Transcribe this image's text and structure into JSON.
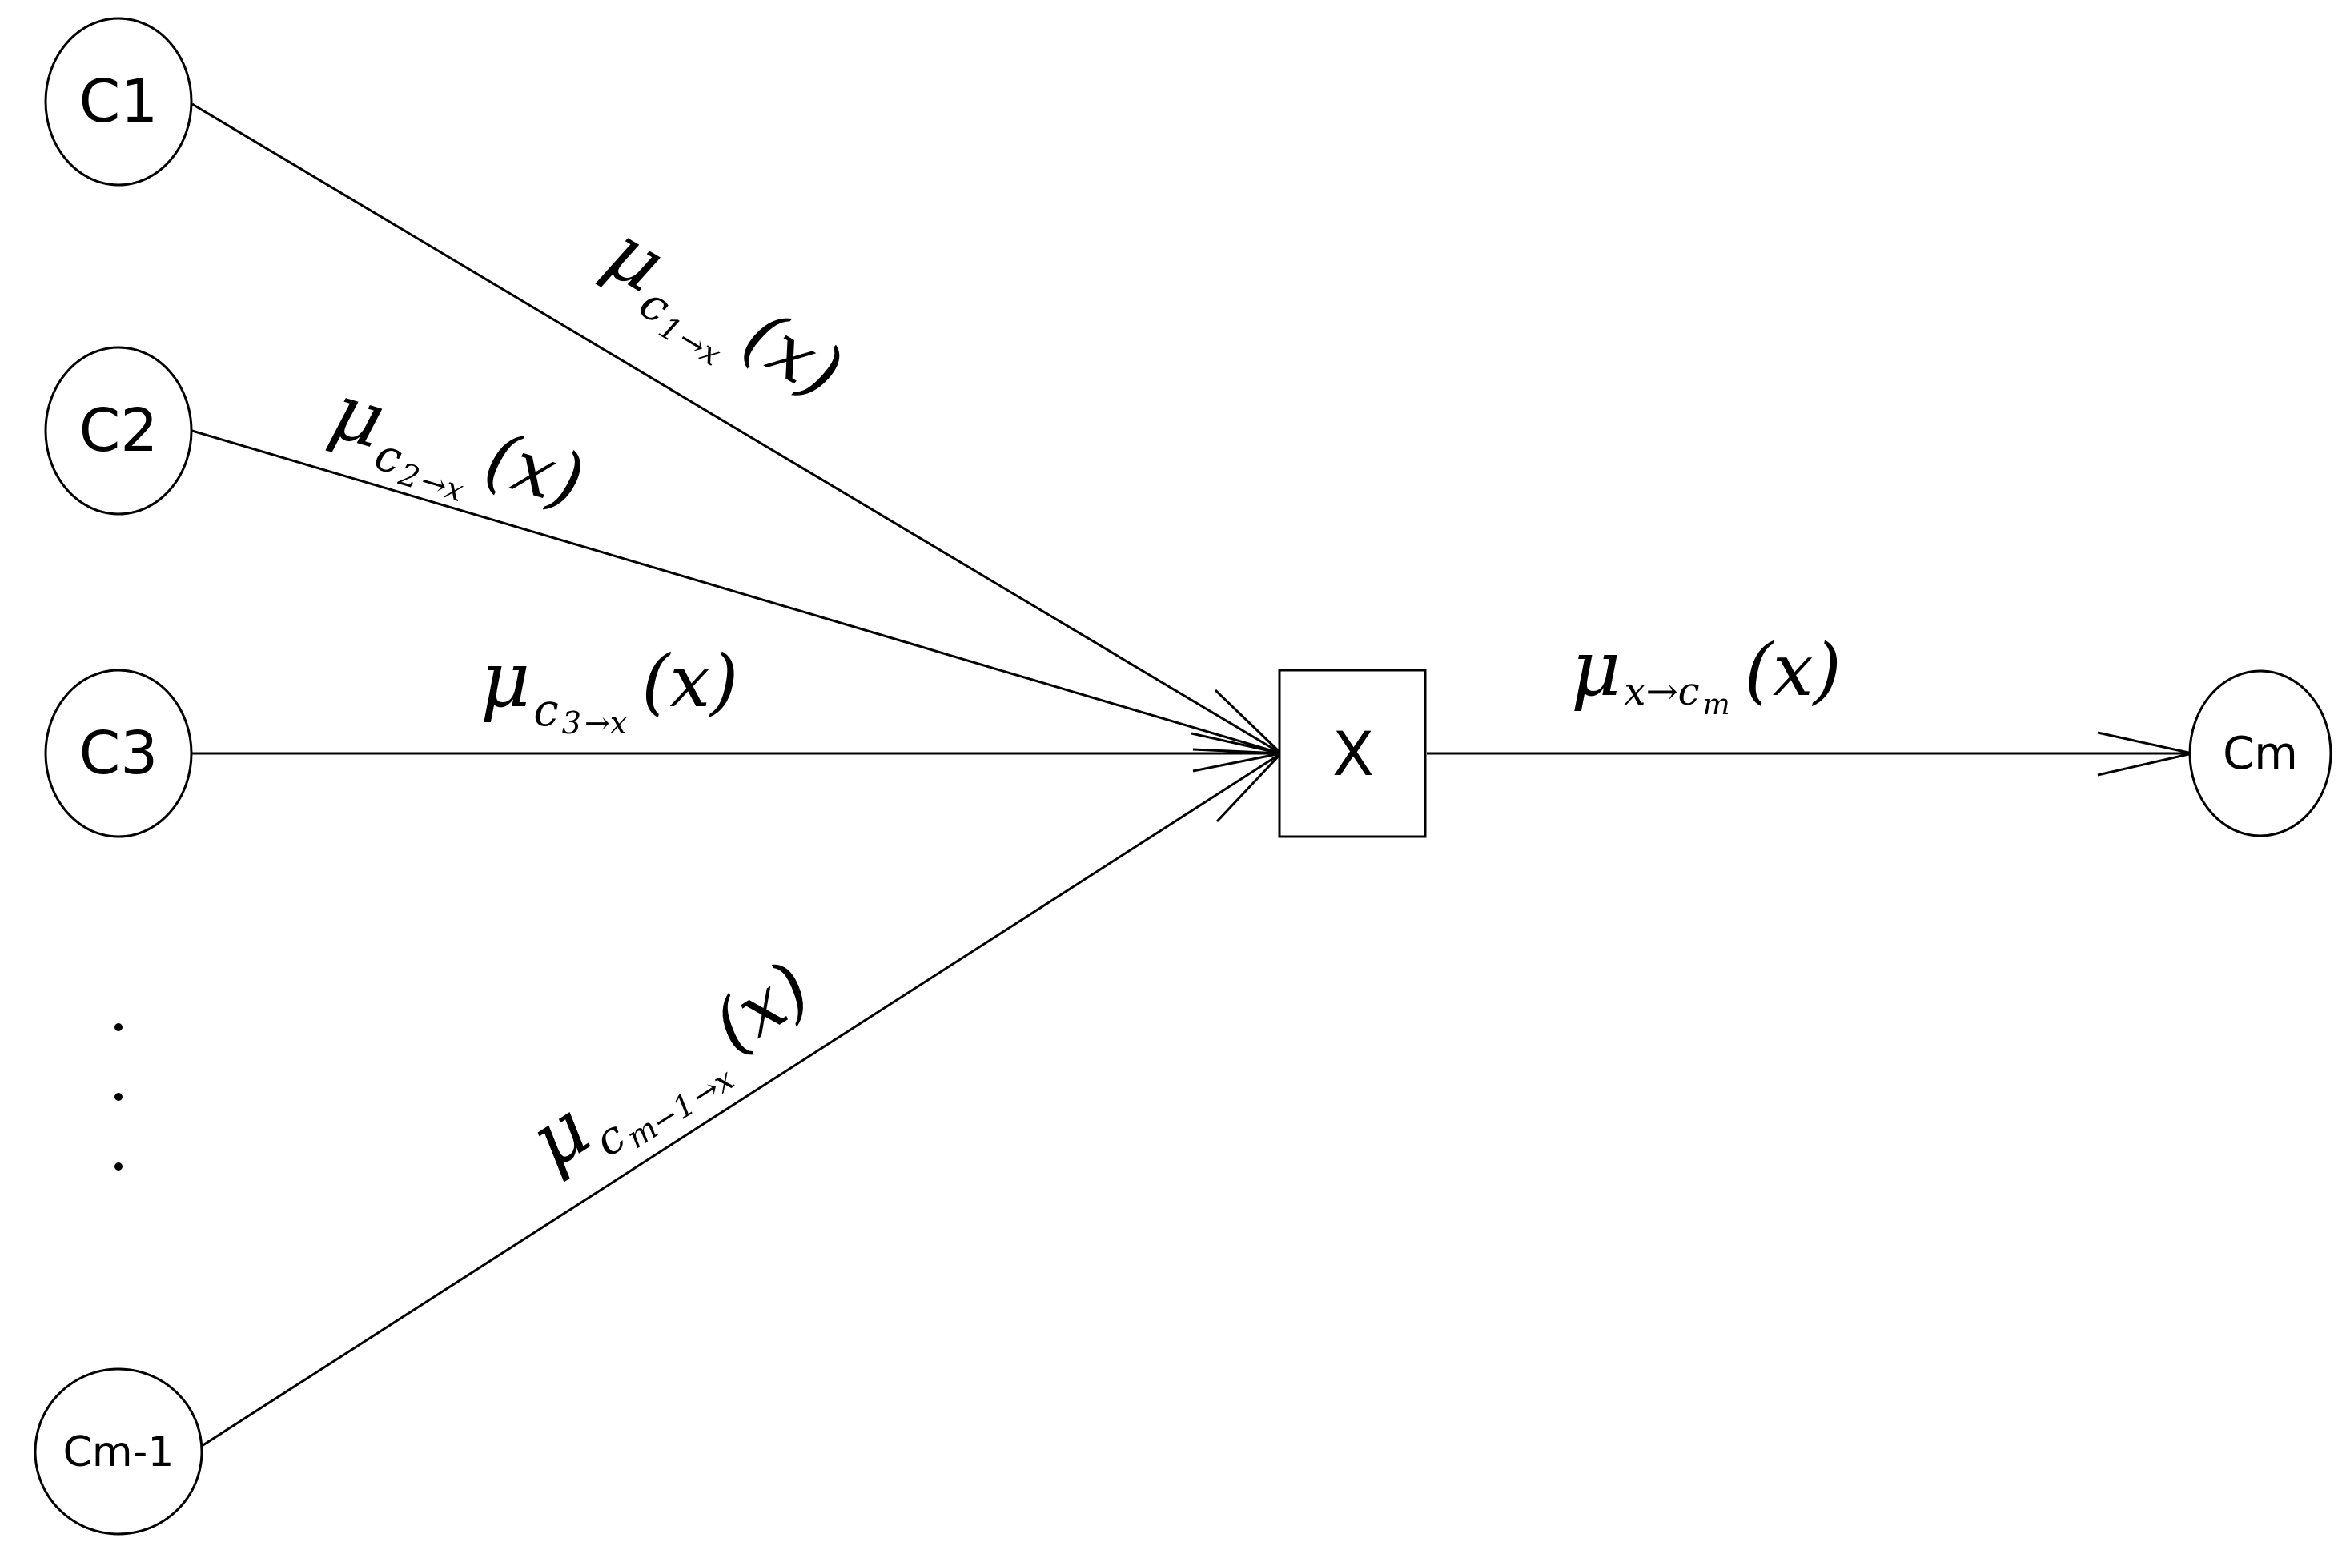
{
  "nodes": {
    "c1": "C1",
    "c2": "C2",
    "c3": "C3",
    "cm1": "Cm-1",
    "cm": "Cm",
    "x": "X"
  },
  "messages": {
    "c1": {
      "mu": "μ",
      "sub": "c",
      "sub_index": "1",
      "arrow": "→x",
      "arg": "(x)"
    },
    "c2": {
      "mu": "μ",
      "sub": "c",
      "sub_index": "2",
      "arrow": "→x",
      "arg": "(x)"
    },
    "c3": {
      "mu": "μ",
      "sub": "c",
      "sub_index": "3",
      "arrow": "→x",
      "arg": "(x)"
    },
    "cm1": {
      "mu": "μ",
      "sub": "c",
      "sub_index": "m−1",
      "arrow": "→x",
      "arg": "(x)"
    },
    "out": {
      "mu": "μ",
      "sub": "x→c",
      "sub_index": "m",
      "arrow": "",
      "arg": "(x)"
    }
  },
  "ellipsis": ".",
  "colors": {
    "line": "#000000",
    "background": "#ffffff"
  }
}
